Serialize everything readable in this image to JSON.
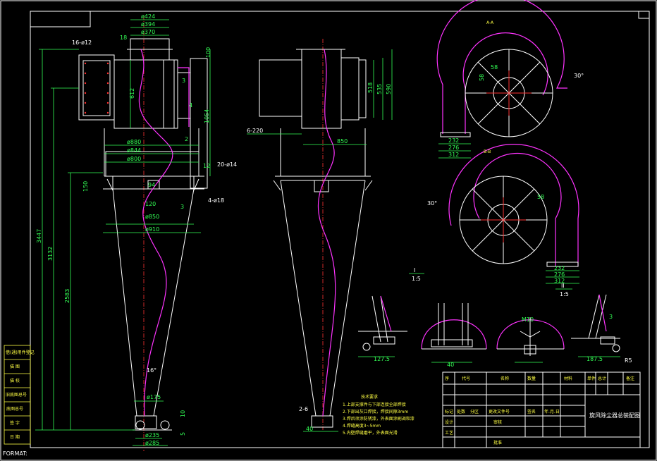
{
  "format_label": "FORMAT:",
  "colors": {
    "background": "#000000",
    "outline": "#ffffff",
    "dims": "#33ff55",
    "path": "#ff33ff",
    "center": "#ff3333",
    "notes": "#ffff44"
  },
  "front_view": {
    "top_dims": [
      "ø424",
      "ø394",
      "ø370"
    ],
    "inlet_label": "16-ø12",
    "flange_dims": [
      "ø880",
      "ø844",
      "ø800"
    ],
    "height_dims": [
      "3447",
      "3132",
      "2583"
    ],
    "side_dims": [
      "18",
      "100",
      "612",
      "1054",
      "3",
      "4",
      "2",
      "12"
    ],
    "bolt_label": "20-ø14",
    "lower_dims": [
      "120",
      "150",
      "94",
      "ø850",
      "ø910",
      "4-ø18",
      "3"
    ],
    "cone_angle": "16°",
    "outlet_dims": [
      "ø175",
      "ø235",
      "ø285",
      "10",
      "5"
    ]
  },
  "side_view": {
    "dims": [
      "518",
      "535",
      "590",
      "850",
      "6-220"
    ],
    "bottom_dims": [
      "2-6",
      "40"
    ]
  },
  "top_views": {
    "upper": {
      "dims": [
        "58",
        "58",
        "30°",
        "232",
        "276",
        "312"
      ]
    },
    "lower": {
      "dims": [
        "58",
        "30°",
        "232",
        "276",
        "312"
      ]
    }
  },
  "details": {
    "markers": [
      {
        "num": "I",
        "scale": "1:5"
      },
      {
        "num": "II",
        "scale": "1:5"
      }
    ],
    "dims": [
      "127.5",
      "40",
      "M10",
      "3",
      "187.5",
      "R5"
    ]
  },
  "notes_title": "技术要求",
  "notes": [
    "1.上部支撑件与下部连接全部焊接",
    "2.下部出灰口焊接，焊接间隙3mm",
    "3.焊后须涂防锈漆，外表面涂刷调和漆",
    "4.焊缝高度3~5mm",
    "5.内壁焊缝磨平，外表面光滑"
  ],
  "left_table": [
    "借(通)用件登记",
    "描 图",
    "描 校",
    "旧底图总号",
    "底图总号",
    "签 字",
    "日 期"
  ],
  "title_block": {
    "headers": [
      "序",
      "代号",
      "名称",
      "数量",
      "材料",
      "单件",
      "总计",
      "备注"
    ],
    "rev_row": [
      "标记",
      "处数",
      "分区",
      "更改文件号",
      "签名",
      "年.月.日"
    ],
    "roles": [
      "设计",
      "审核",
      "工艺",
      "批准"
    ],
    "drawing_name": "旋风除尘器总装配图"
  }
}
